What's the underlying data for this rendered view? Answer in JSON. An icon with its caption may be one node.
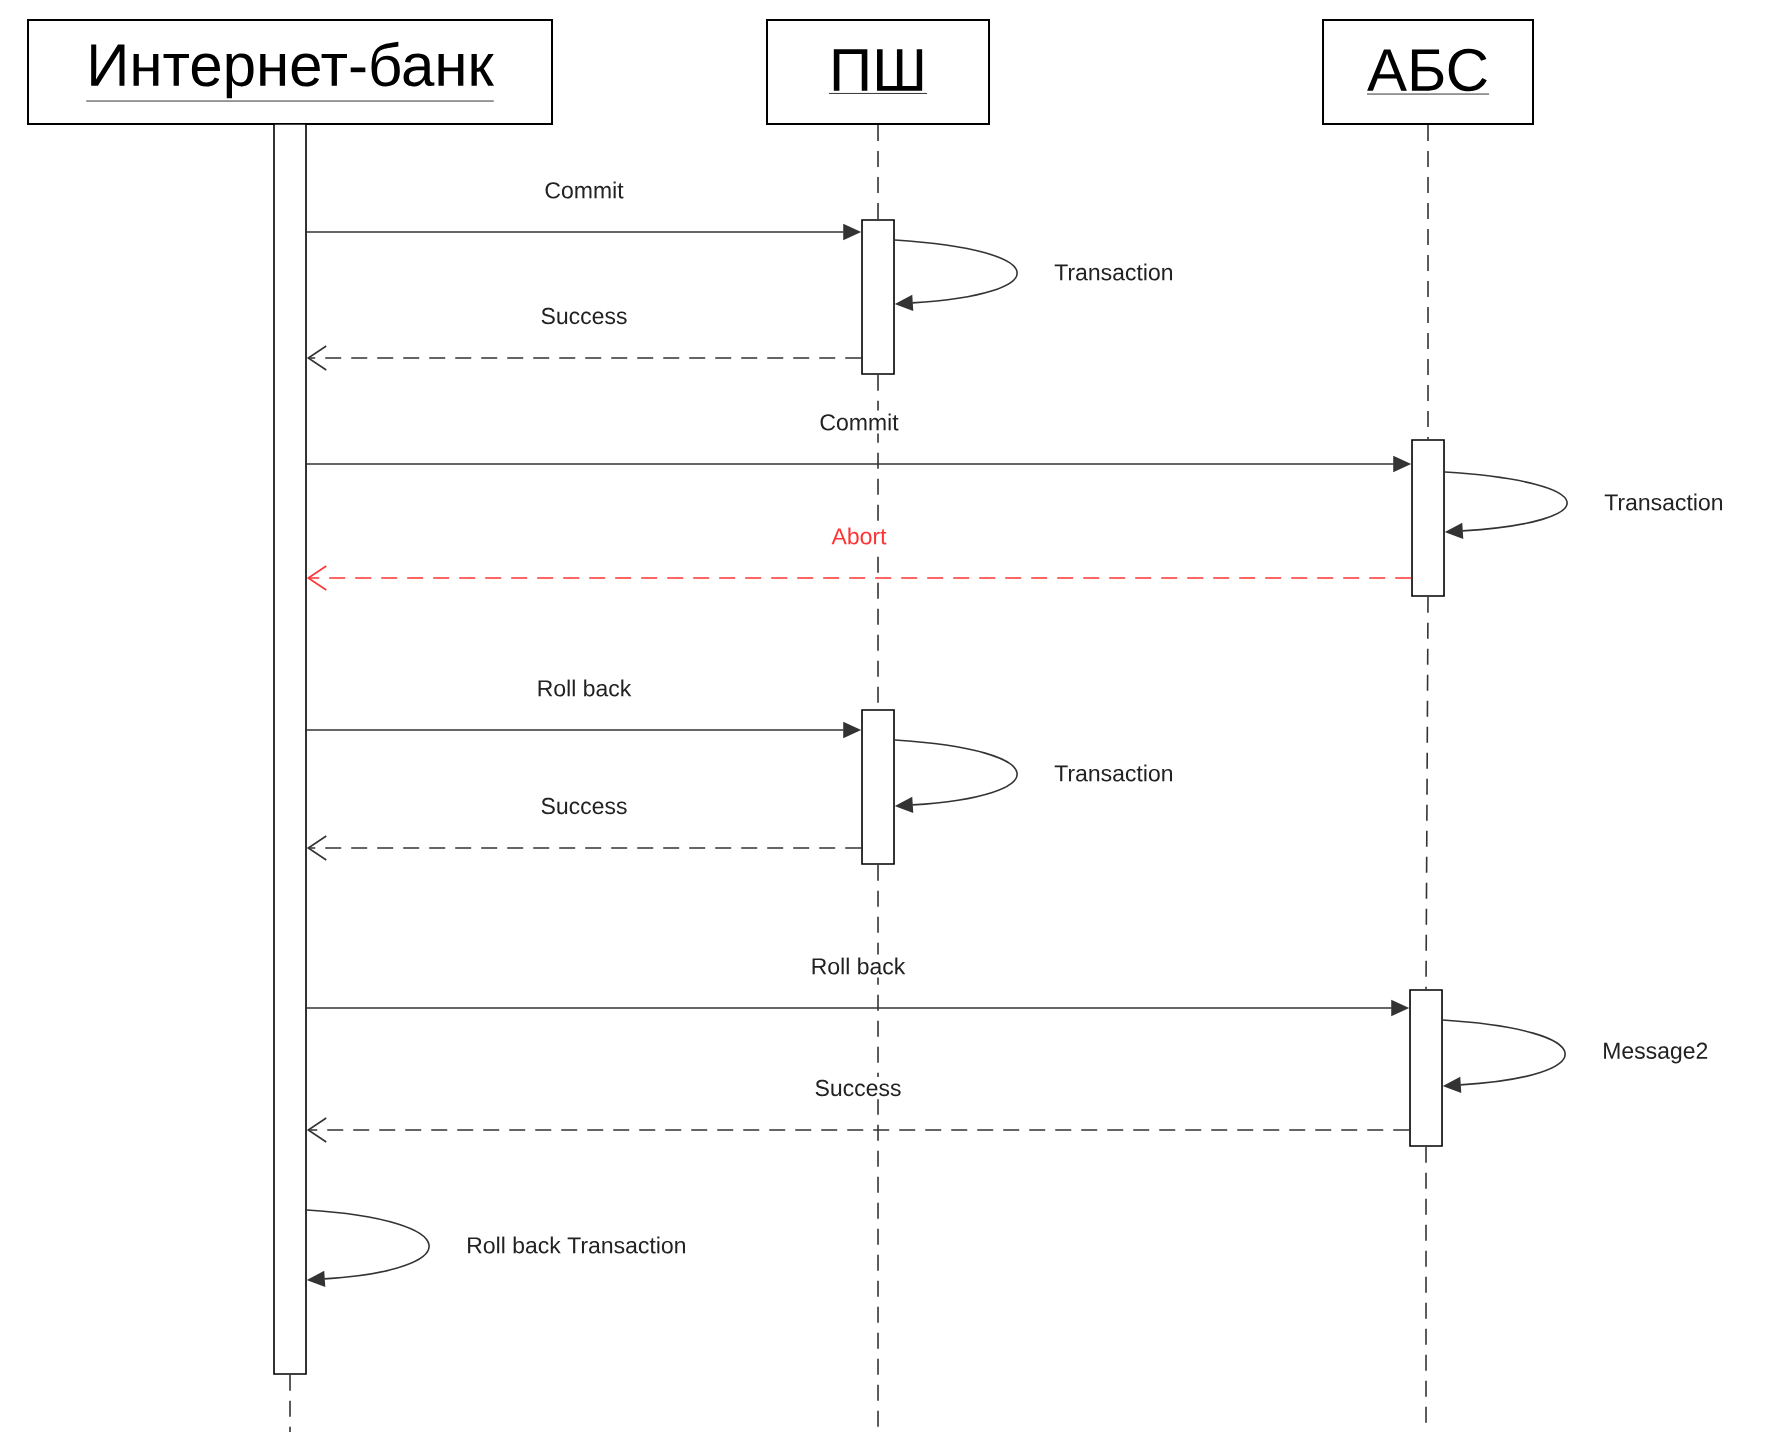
{
  "diagram": {
    "nodes": [
      {
        "text": [
          "Интернет-банк"
        ]
      },
      {
        "text": [
          "ПШ"
        ]
      },
      {
        "text": [
          "АБС"
        ]
      },
      {
        "text": [],
        "shape": "bar"
      },
      {
        "text": [],
        "shape": "bar"
      },
      {
        "text": [],
        "shape": "bar"
      },
      {
        "text": [],
        "shape": "bar"
      },
      {
        "text": [],
        "shape": "bar"
      }
    ],
    "edges": [
      {
        "from": 3,
        "to": null,
        "arrow": "none",
        "style": "dashed"
      },
      {
        "from": 1,
        "to": 4,
        "arrow": "none",
        "style": "dashed"
      },
      {
        "from": 4,
        "to": 6,
        "arrow": "none",
        "style": "dashed"
      },
      {
        "from": 6,
        "to": null,
        "arrow": "none",
        "style": "dashed"
      },
      {
        "from": 2,
        "to": 5,
        "arrow": "none",
        "style": "dashed"
      },
      {
        "from": 5,
        "to": 7,
        "arrow": "none",
        "style": "dashed"
      },
      {
        "from": 7,
        "to": null,
        "arrow": "none",
        "style": "dashed"
      },
      {
        "from": 3,
        "to": 4,
        "arrow": "to",
        "label": "Commit"
      },
      {
        "from": 4,
        "to": 4,
        "arrow": "to",
        "label": "Transaction"
      },
      {
        "from": 4,
        "to": 3,
        "arrow": "to",
        "label": "Success",
        "style": "dashed"
      },
      {
        "from": 3,
        "to": 5,
        "arrow": "to",
        "label": "Commit"
      },
      {
        "from": 5,
        "to": 5,
        "arrow": "to",
        "label": "Transaction"
      },
      {
        "from": 5,
        "to": 3,
        "arrow": "to",
        "label": "Abort",
        "style": "dashed",
        "color": "#ff3333"
      },
      {
        "from": 3,
        "to": 6,
        "arrow": "to",
        "label": "Roll back"
      },
      {
        "from": 6,
        "to": 6,
        "arrow": "to",
        "label": "Transaction"
      },
      {
        "from": 6,
        "to": 3,
        "arrow": "to",
        "label": "Success",
        "style": "dashed"
      },
      {
        "from": 3,
        "to": 7,
        "arrow": "to",
        "label": "Roll back"
      },
      {
        "from": 7,
        "to": 7,
        "arrow": "to",
        "label": "Message2"
      },
      {
        "from": 7,
        "to": 3,
        "arrow": "to",
        "label": "Success",
        "style": "dashed"
      },
      {
        "from": 3,
        "to": 3,
        "arrow": "to",
        "label": "Roll back Transaction"
      }
    ]
  }
}
